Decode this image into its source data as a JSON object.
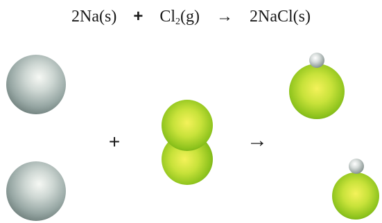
{
  "equation": {
    "reactant1": "2Na(s)",
    "plus": "+",
    "reactant2_pre": "Cl",
    "reactant2_sub": "2",
    "reactant2_post": "(g)",
    "arrow": "→",
    "product": "2NaCl(s)"
  },
  "diagram": {
    "plus": "+",
    "arrow": "→"
  },
  "colors": {
    "sodium": "#9aa9a6",
    "chlorine": "#9ccd1e",
    "highlight_chlorine": "#f4f25a",
    "highlight_sodium": "#f6f8f4"
  }
}
